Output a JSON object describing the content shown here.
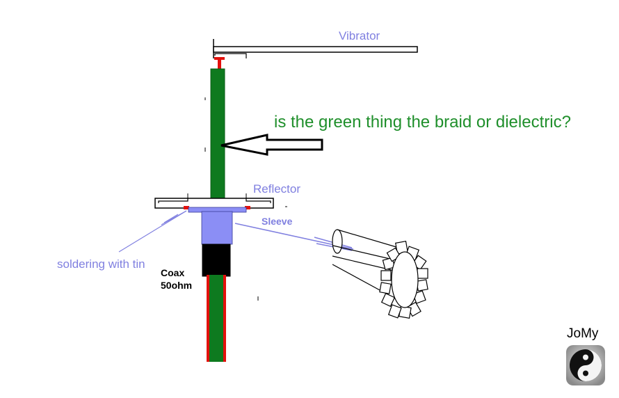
{
  "labels": {
    "vibrator": "Vibrator",
    "reflector": "Reflector",
    "sleeve": "Sleeve",
    "soldering": "soldering with tin",
    "coax_line1": "Coax",
    "coax_line2": "50ohm",
    "question": "is the green thing the braid or dielectric?",
    "logo": "JoMy"
  },
  "colors": {
    "background": "#ffffff",
    "outline": "#000000",
    "green_conductor": "#0e7a1f",
    "red_contact": "#e3100c",
    "sleeve_fill": "#8b8ef5",
    "label_blue": "#8080e0",
    "question_green": "#1f8f2b",
    "jacket_black": "#000000"
  },
  "icons": {
    "logo_symbol": "yin-yang-icon"
  }
}
